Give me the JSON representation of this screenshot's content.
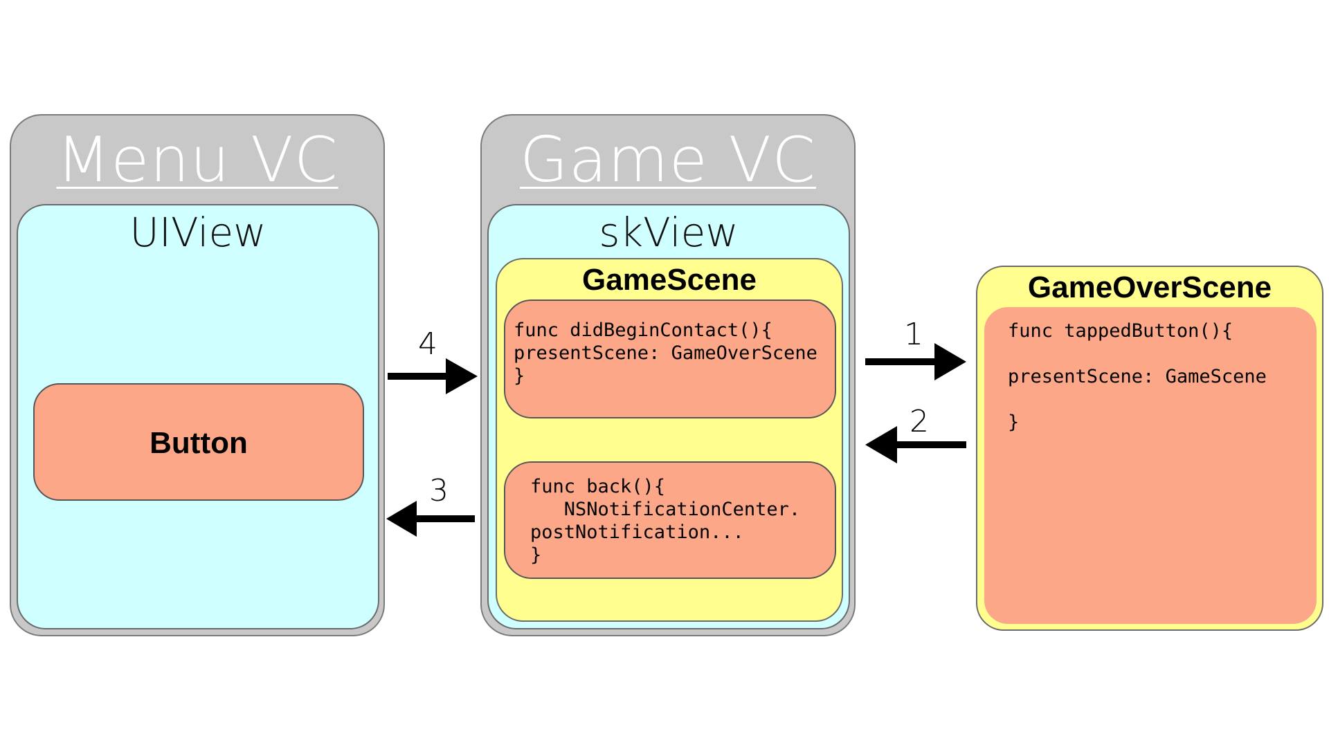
{
  "menu_vc": {
    "title": "Menu VC",
    "view_label": "UIView",
    "button_label": "Button"
  },
  "game_vc": {
    "title": "Game VC",
    "view_label": "skView",
    "scene": {
      "title": "GameScene",
      "contact_code": "func didBeginContact(){\npresentScene: GameOverScene\n}",
      "back_code": "func back(){\n   NSNotificationCenter.\npostNotification...\n}"
    }
  },
  "game_over_scene": {
    "title": "GameOverScene",
    "code": "func tappedButton(){\n\npresentScene: GameScene\n\n}"
  },
  "arrows": {
    "one": "1",
    "two": "2",
    "three": "3",
    "four": "4"
  },
  "colors": {
    "vc_gray": "#c8c8c8",
    "view_cyan": "#cffffe",
    "scene_yellow": "#fffe8f",
    "code_salmon": "#fca888"
  }
}
